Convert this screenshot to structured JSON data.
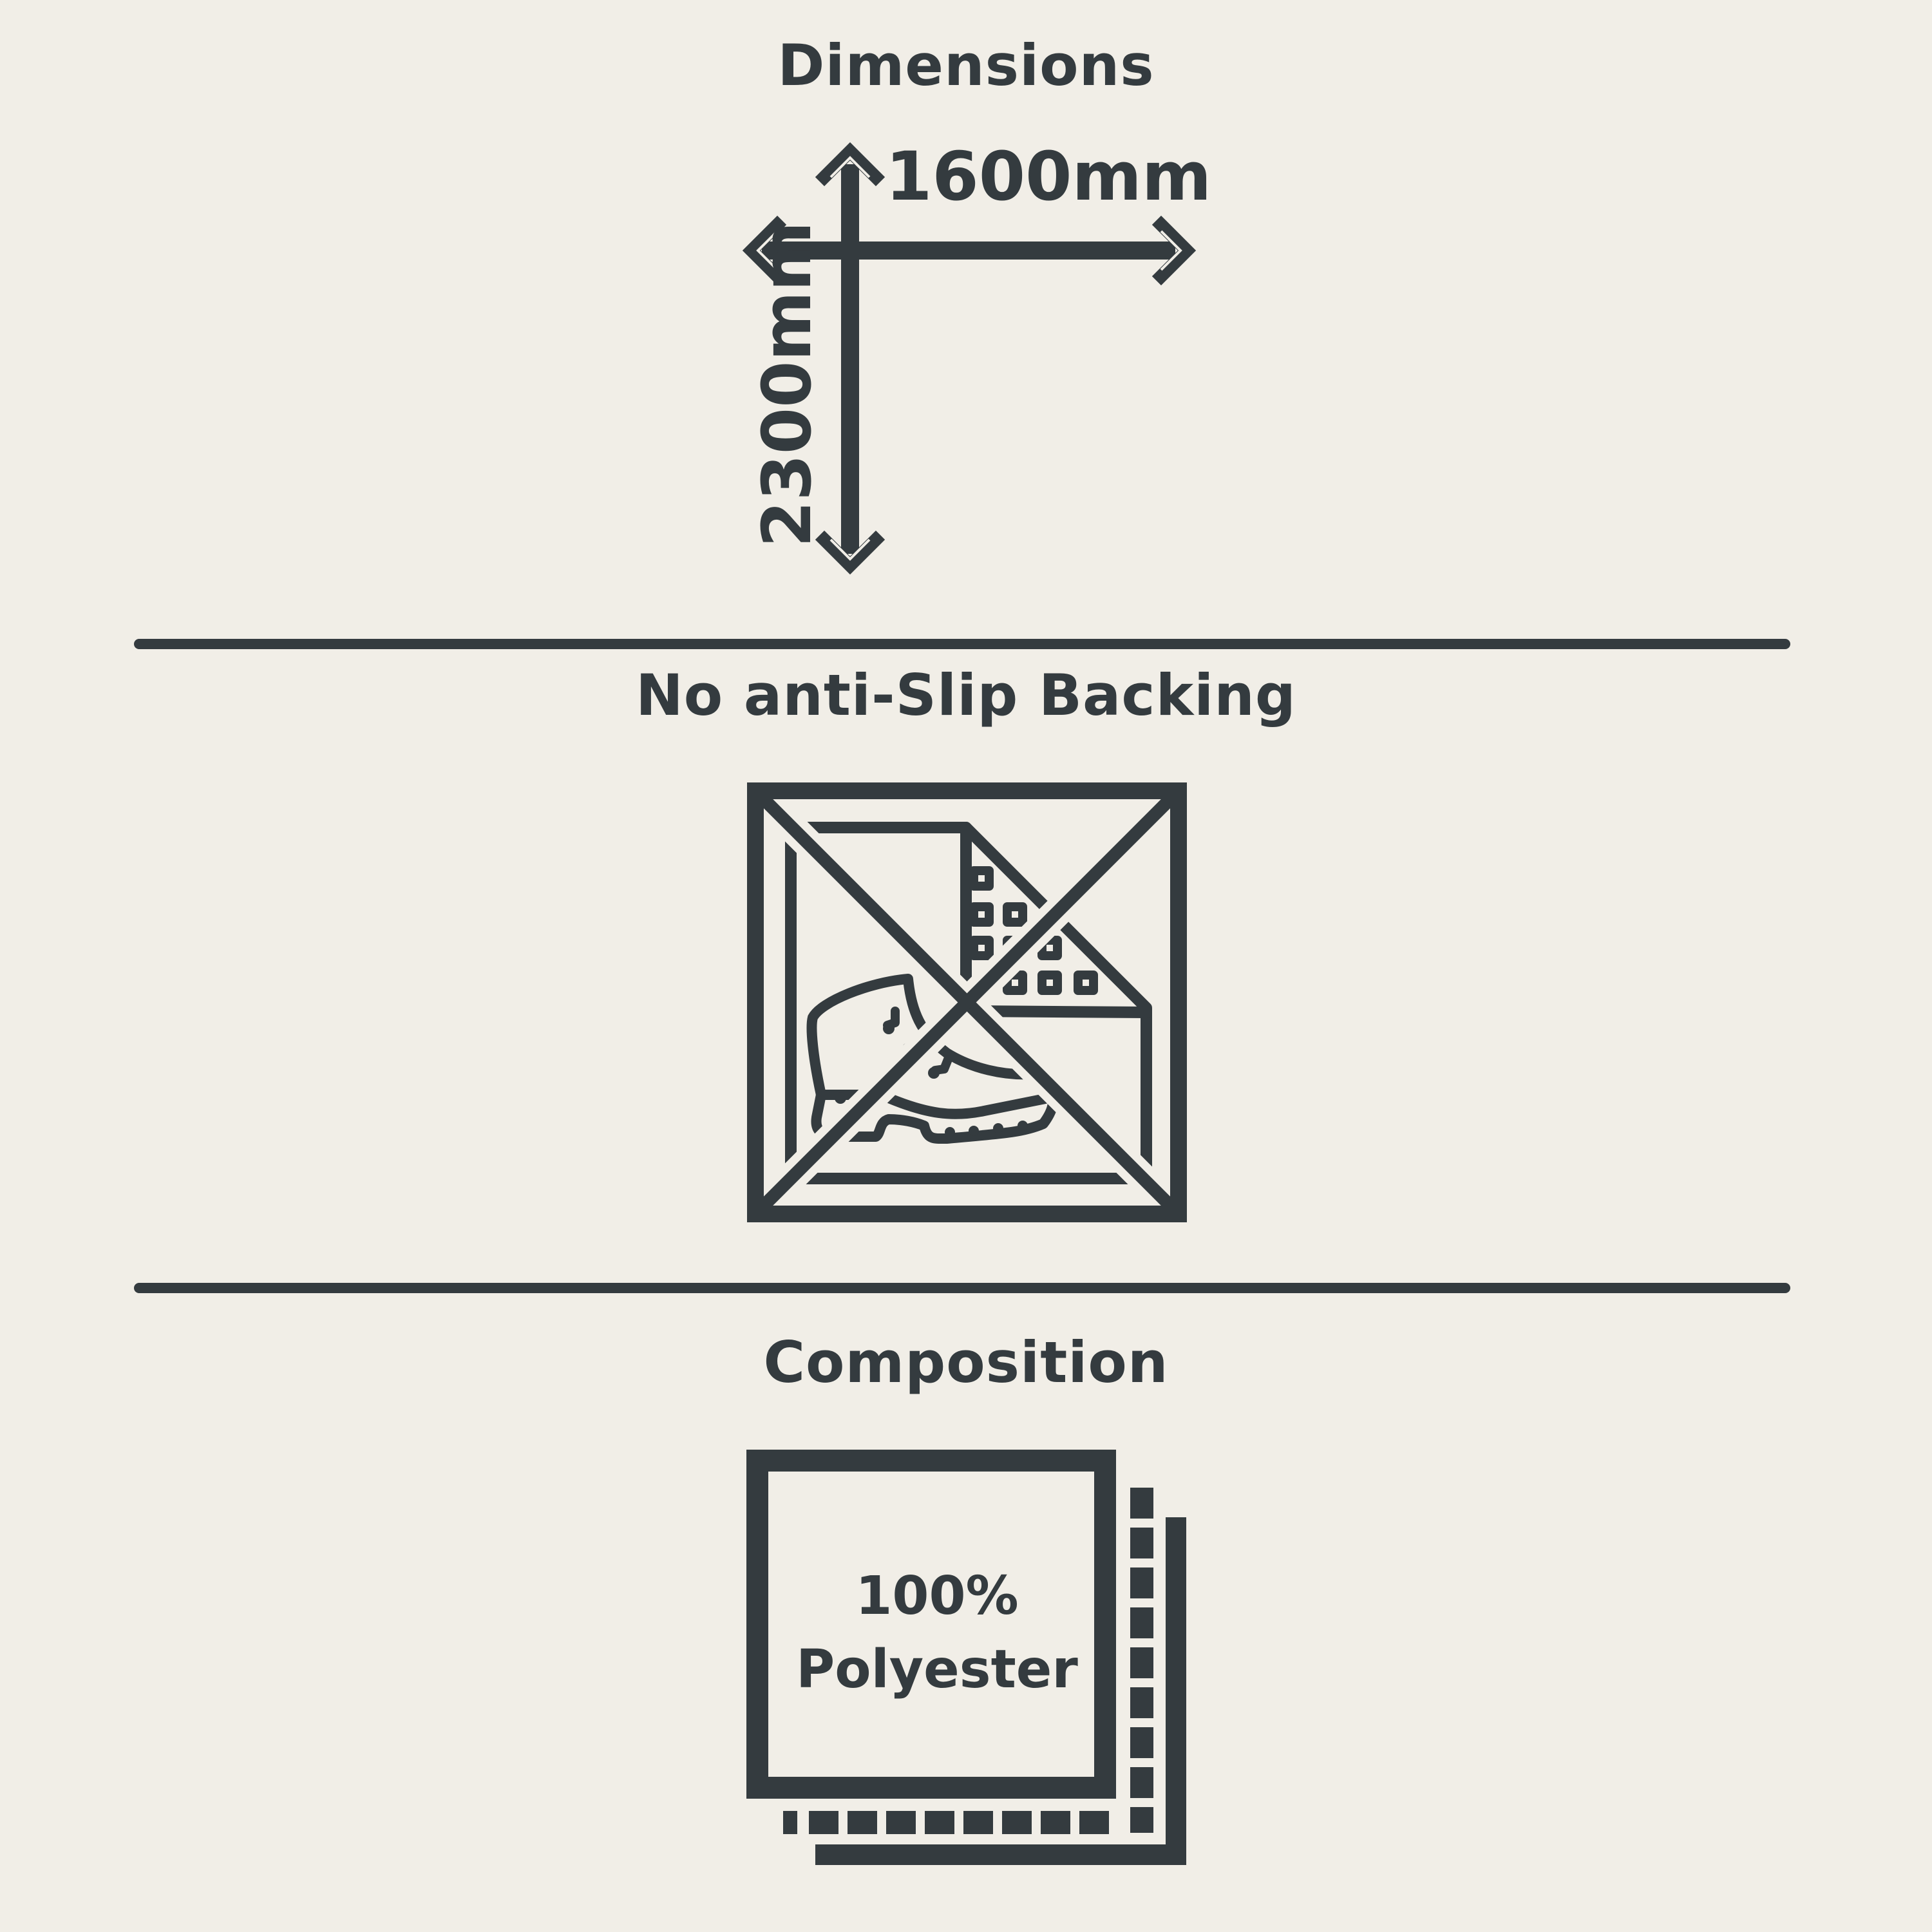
{
  "sections": {
    "dimensions": {
      "title": "Dimensions",
      "width_label": "1600mm",
      "height_label": "2300mm"
    },
    "backing": {
      "title": "No anti-Slip Backing",
      "icon": "no-anti-slip-icon"
    },
    "composition": {
      "title": "Composition",
      "percent": "100%",
      "material": "Polyester",
      "icon": "fabric-swatch-icon"
    }
  },
  "colors": {
    "background": "#f1eee7",
    "ink": "#343b3f"
  }
}
